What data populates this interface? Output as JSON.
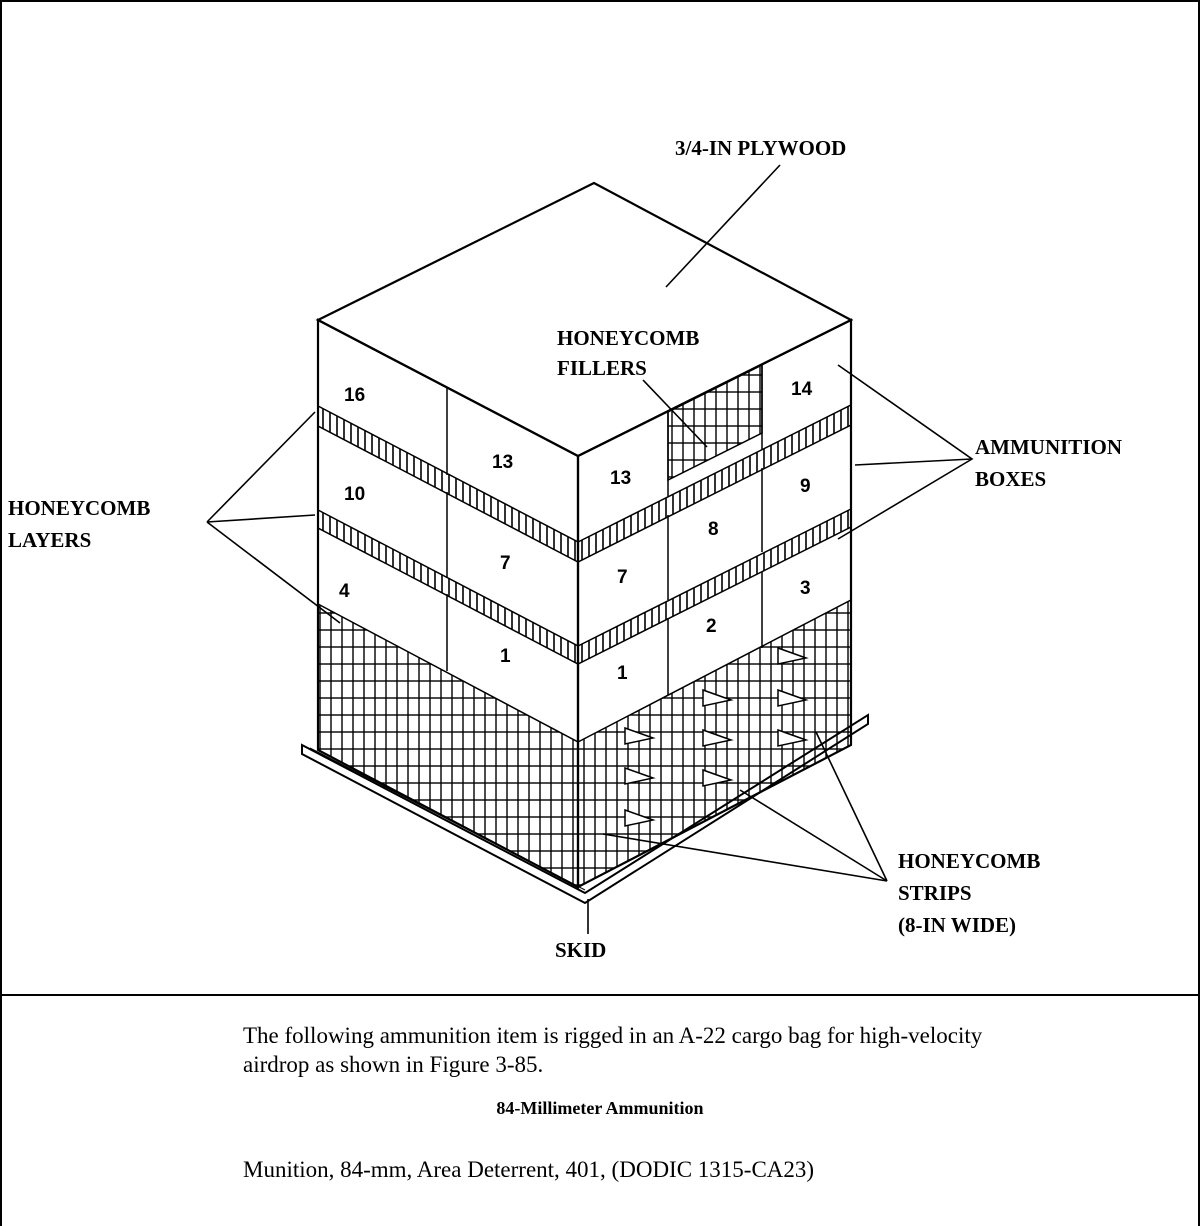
{
  "figure": {
    "labels": {
      "plywood": "3/4-IN PLYWOOD",
      "fillers_line1": "HONEYCOMB",
      "fillers_line2": "FILLERS",
      "ammo_line1": "AMMUNITION",
      "ammo_line2": "BOXES",
      "layers_line1": "HONEYCOMB",
      "layers_line2": "LAYERS",
      "strips_line1": "HONEYCOMB",
      "strips_line2": "STRIPS",
      "strips_line3": "(8-IN WIDE)",
      "skid": "SKID"
    },
    "box_numbers": {
      "b16": "16",
      "b13_left": "13",
      "b13_right": "13",
      "b14": "14",
      "b10": "10",
      "b7_left": "7",
      "b7_right": "7",
      "b8": "8",
      "b9": "9",
      "b4": "4",
      "b1_left": "1",
      "b1_right": "1",
      "b2": "2",
      "b3": "3"
    }
  },
  "caption": {
    "intro": "The following ammunition item is rigged in an A-22 cargo bag for high-velocity airdrop as shown in Figure 3-85.",
    "heading": "84-Millimeter Ammunition",
    "item": "Munition, 84-mm, Area Deterrent, 401, (DODIC 1315-CA23)"
  }
}
